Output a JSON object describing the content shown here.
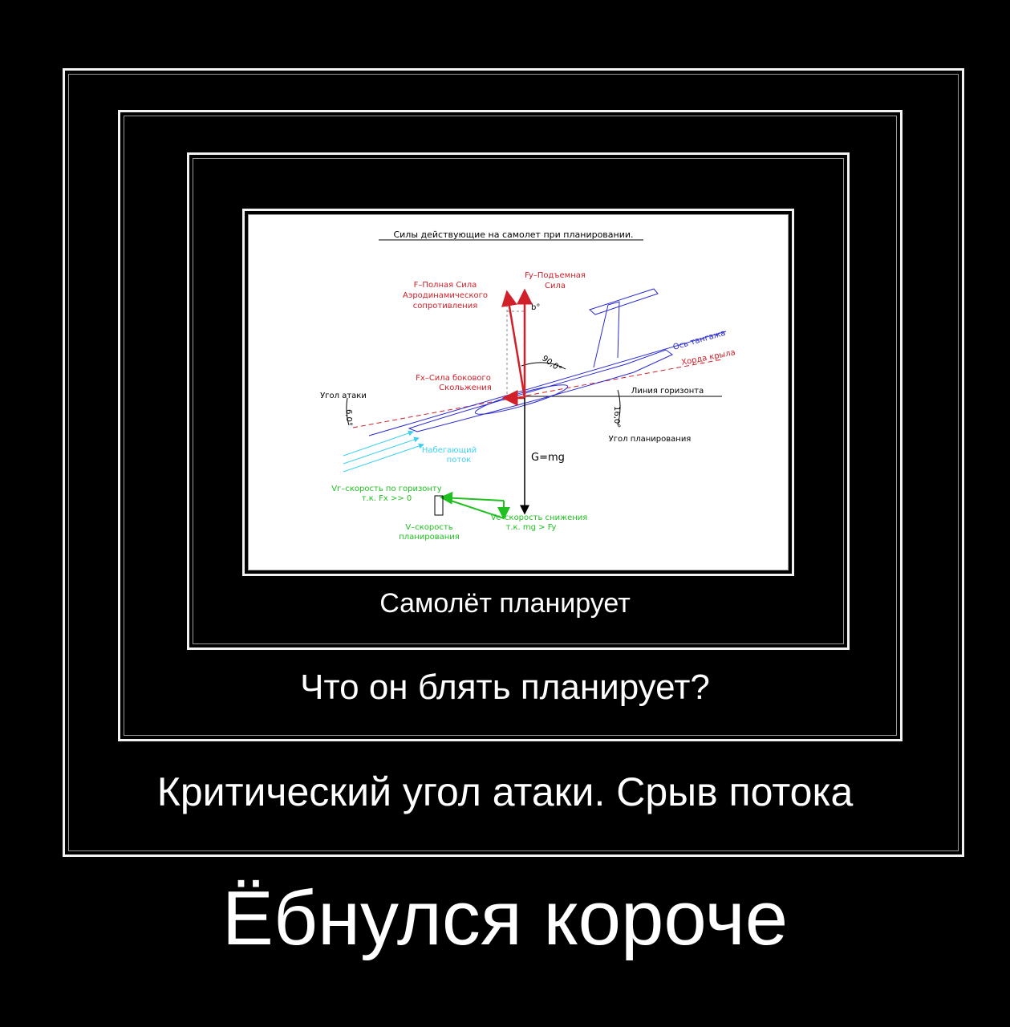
{
  "captions": {
    "level1": "Самолёт планирует",
    "level2": "Что он блять планирует?",
    "level3": "Критический угол атаки. Срыв потока",
    "level4": "Ёбнулся короче"
  },
  "diagram": {
    "title": "Силы действующие на самолет при планировании.",
    "f_full": [
      "F–Полная Сила",
      "Аэродинамического",
      "сопротивления"
    ],
    "fy_lift": [
      "Fy–Подъемная",
      "Сила"
    ],
    "b_angle": "b°",
    "angle_90": "90,0°",
    "fx_side": [
      "Fx–Сила бокового",
      "Скольжения"
    ],
    "attack_angle_label": "Угол атаки",
    "attack_angle_value": "6,0°",
    "pitch_axis": "Ось тангажа",
    "wing_chord": "Хорда крыла",
    "horizon_line": "Линия горизонта",
    "glide_angle_value": "16,0°",
    "glide_angle_label": "Угол планирования",
    "oncoming_flow": [
      "Набегающий",
      "поток"
    ],
    "weight": "G=mg",
    "vg_speed": [
      "Vг–скорость по горизонту",
      "т.к. Fx >> 0"
    ],
    "v_speed": [
      "V–скорость",
      "планирования"
    ],
    "vc_speed": [
      "Vc–скорость снижения",
      "т.к. mg > Fy"
    ],
    "colors": {
      "red": "#d0202a",
      "blue": "#2a2ad0",
      "cyan": "#3fd0f0",
      "green": "#20c020",
      "black": "#000000"
    }
  }
}
